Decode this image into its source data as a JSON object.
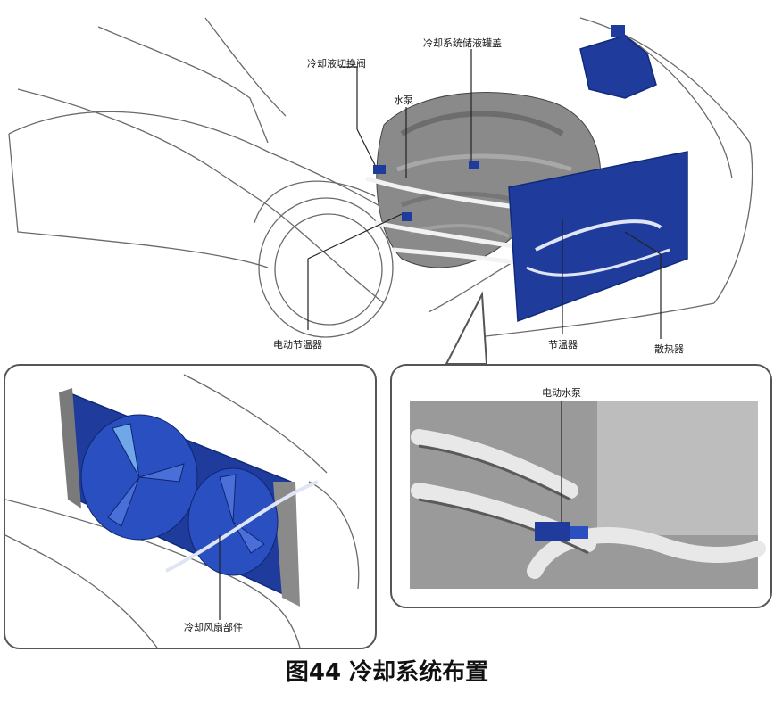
{
  "labels": {
    "coolant_switch_valve": "冷却液切换阀",
    "reservoir_cap": "冷却系统储液罐盖",
    "top_right_partial": "",
    "water_pump": "水泵",
    "electric_thermostat": "电动节温器",
    "thermostat": "节温器",
    "radiator": "散热器",
    "electric_water_pump": "电动水泵",
    "fan_assembly": "冷却风扇部件"
  },
  "caption": "图44 冷却系统布置",
  "colors": {
    "component_blue": "#1f3c9c",
    "outline": "#555555",
    "engine_gray": "#8a8a8a"
  }
}
